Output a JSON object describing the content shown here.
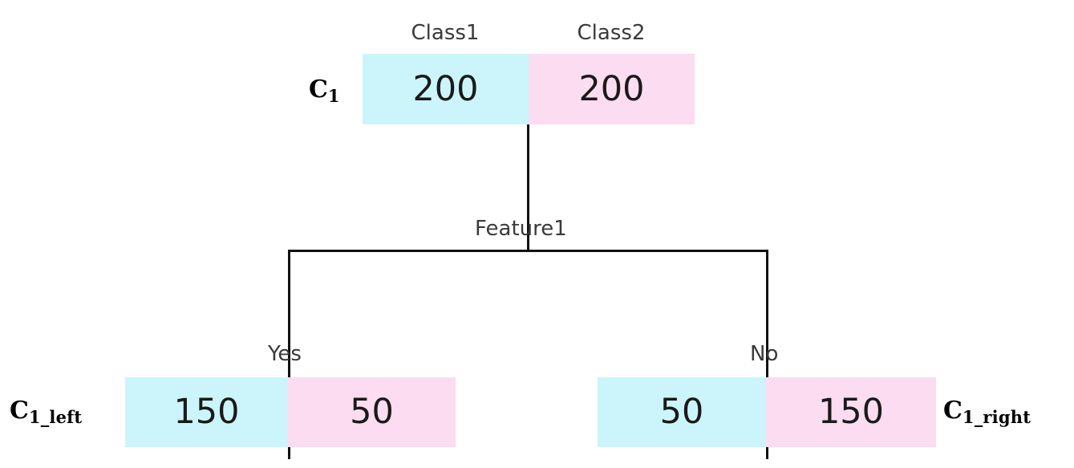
{
  "diagram": {
    "type": "decision-tree",
    "column_headers": [
      "Class1",
      "Class2"
    ],
    "colors": {
      "class1_fill": "#cbf5fa",
      "class2_fill": "#fbdcf0",
      "line": "#111111",
      "label_text": "#3a3a3a",
      "value_text": "#1a1a1a"
    },
    "root": {
      "name": "C",
      "subscript": "1",
      "class1_count": "200",
      "class2_count": "200"
    },
    "split": {
      "feature_label": "Feature1",
      "yes_label": "Yes",
      "no_label": "No"
    },
    "left_leaf": {
      "name": "C",
      "subscript": "1_left",
      "class1_count": "150",
      "class2_count": "50"
    },
    "right_leaf": {
      "name": "C",
      "subscript": "1_right",
      "class1_count": "50",
      "class2_count": "150"
    }
  }
}
